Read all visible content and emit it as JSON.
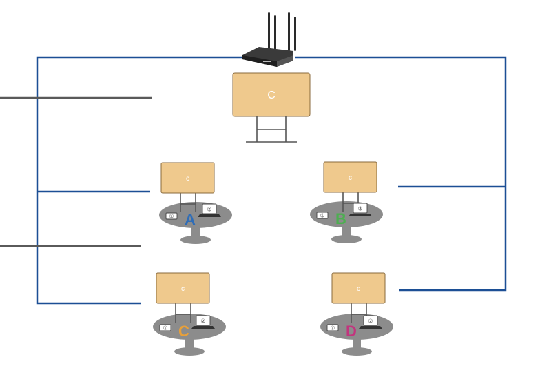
{
  "router": {
    "icon": "wifi-router-icon"
  },
  "main_display": {
    "label": "C"
  },
  "stations": [
    {
      "id": "A",
      "screen_label": "c",
      "letter": "A",
      "letter_color": "#2f6db7",
      "device1_label": "①",
      "device2_label": "②"
    },
    {
      "id": "B",
      "screen_label": "c",
      "letter": "B",
      "letter_color": "#4caf50",
      "device1_label": "①",
      "device2_label": "②"
    },
    {
      "id": "C",
      "screen_label": "c",
      "letter": "C",
      "letter_color": "#e8a03a",
      "device1_label": "①",
      "device2_label": "②"
    },
    {
      "id": "D",
      "screen_label": "c",
      "letter": "D",
      "letter_color": "#c2357e",
      "device1_label": "①",
      "device2_label": "②"
    }
  ],
  "colors": {
    "network_link": "#1c4f95",
    "wired_link": "#5a5a5a",
    "screen": "#efc98d",
    "table": "#8c8c8c"
  }
}
